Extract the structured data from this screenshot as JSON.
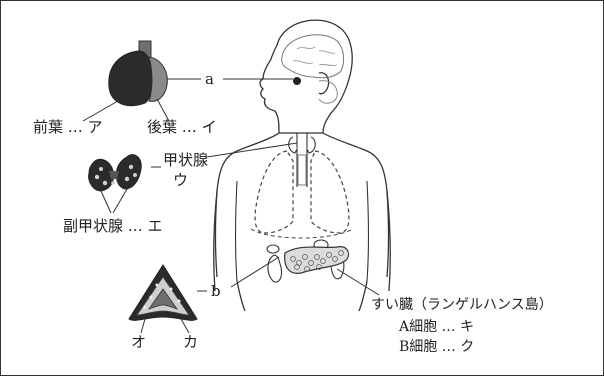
{
  "labels": {
    "a": "a",
    "b": "b",
    "anterior": "前葉 … ア",
    "posterior": "後葉 … イ",
    "thyroid_line1": "甲状腺",
    "thyroid_line2": "ウ",
    "parathyroid": "副甲状腺 … エ",
    "adrenal_o": "オ",
    "adrenal_ka": "カ",
    "pancreas": "すい臓（ランゲルハンス島）",
    "a_cell": "A細胞 … キ",
    "b_cell": "B細胞 … ク"
  },
  "colors": {
    "ink": "#222222",
    "organ_dark": "#2b2b2b",
    "organ_mid": "#6f6f6f",
    "line": "#333333"
  }
}
